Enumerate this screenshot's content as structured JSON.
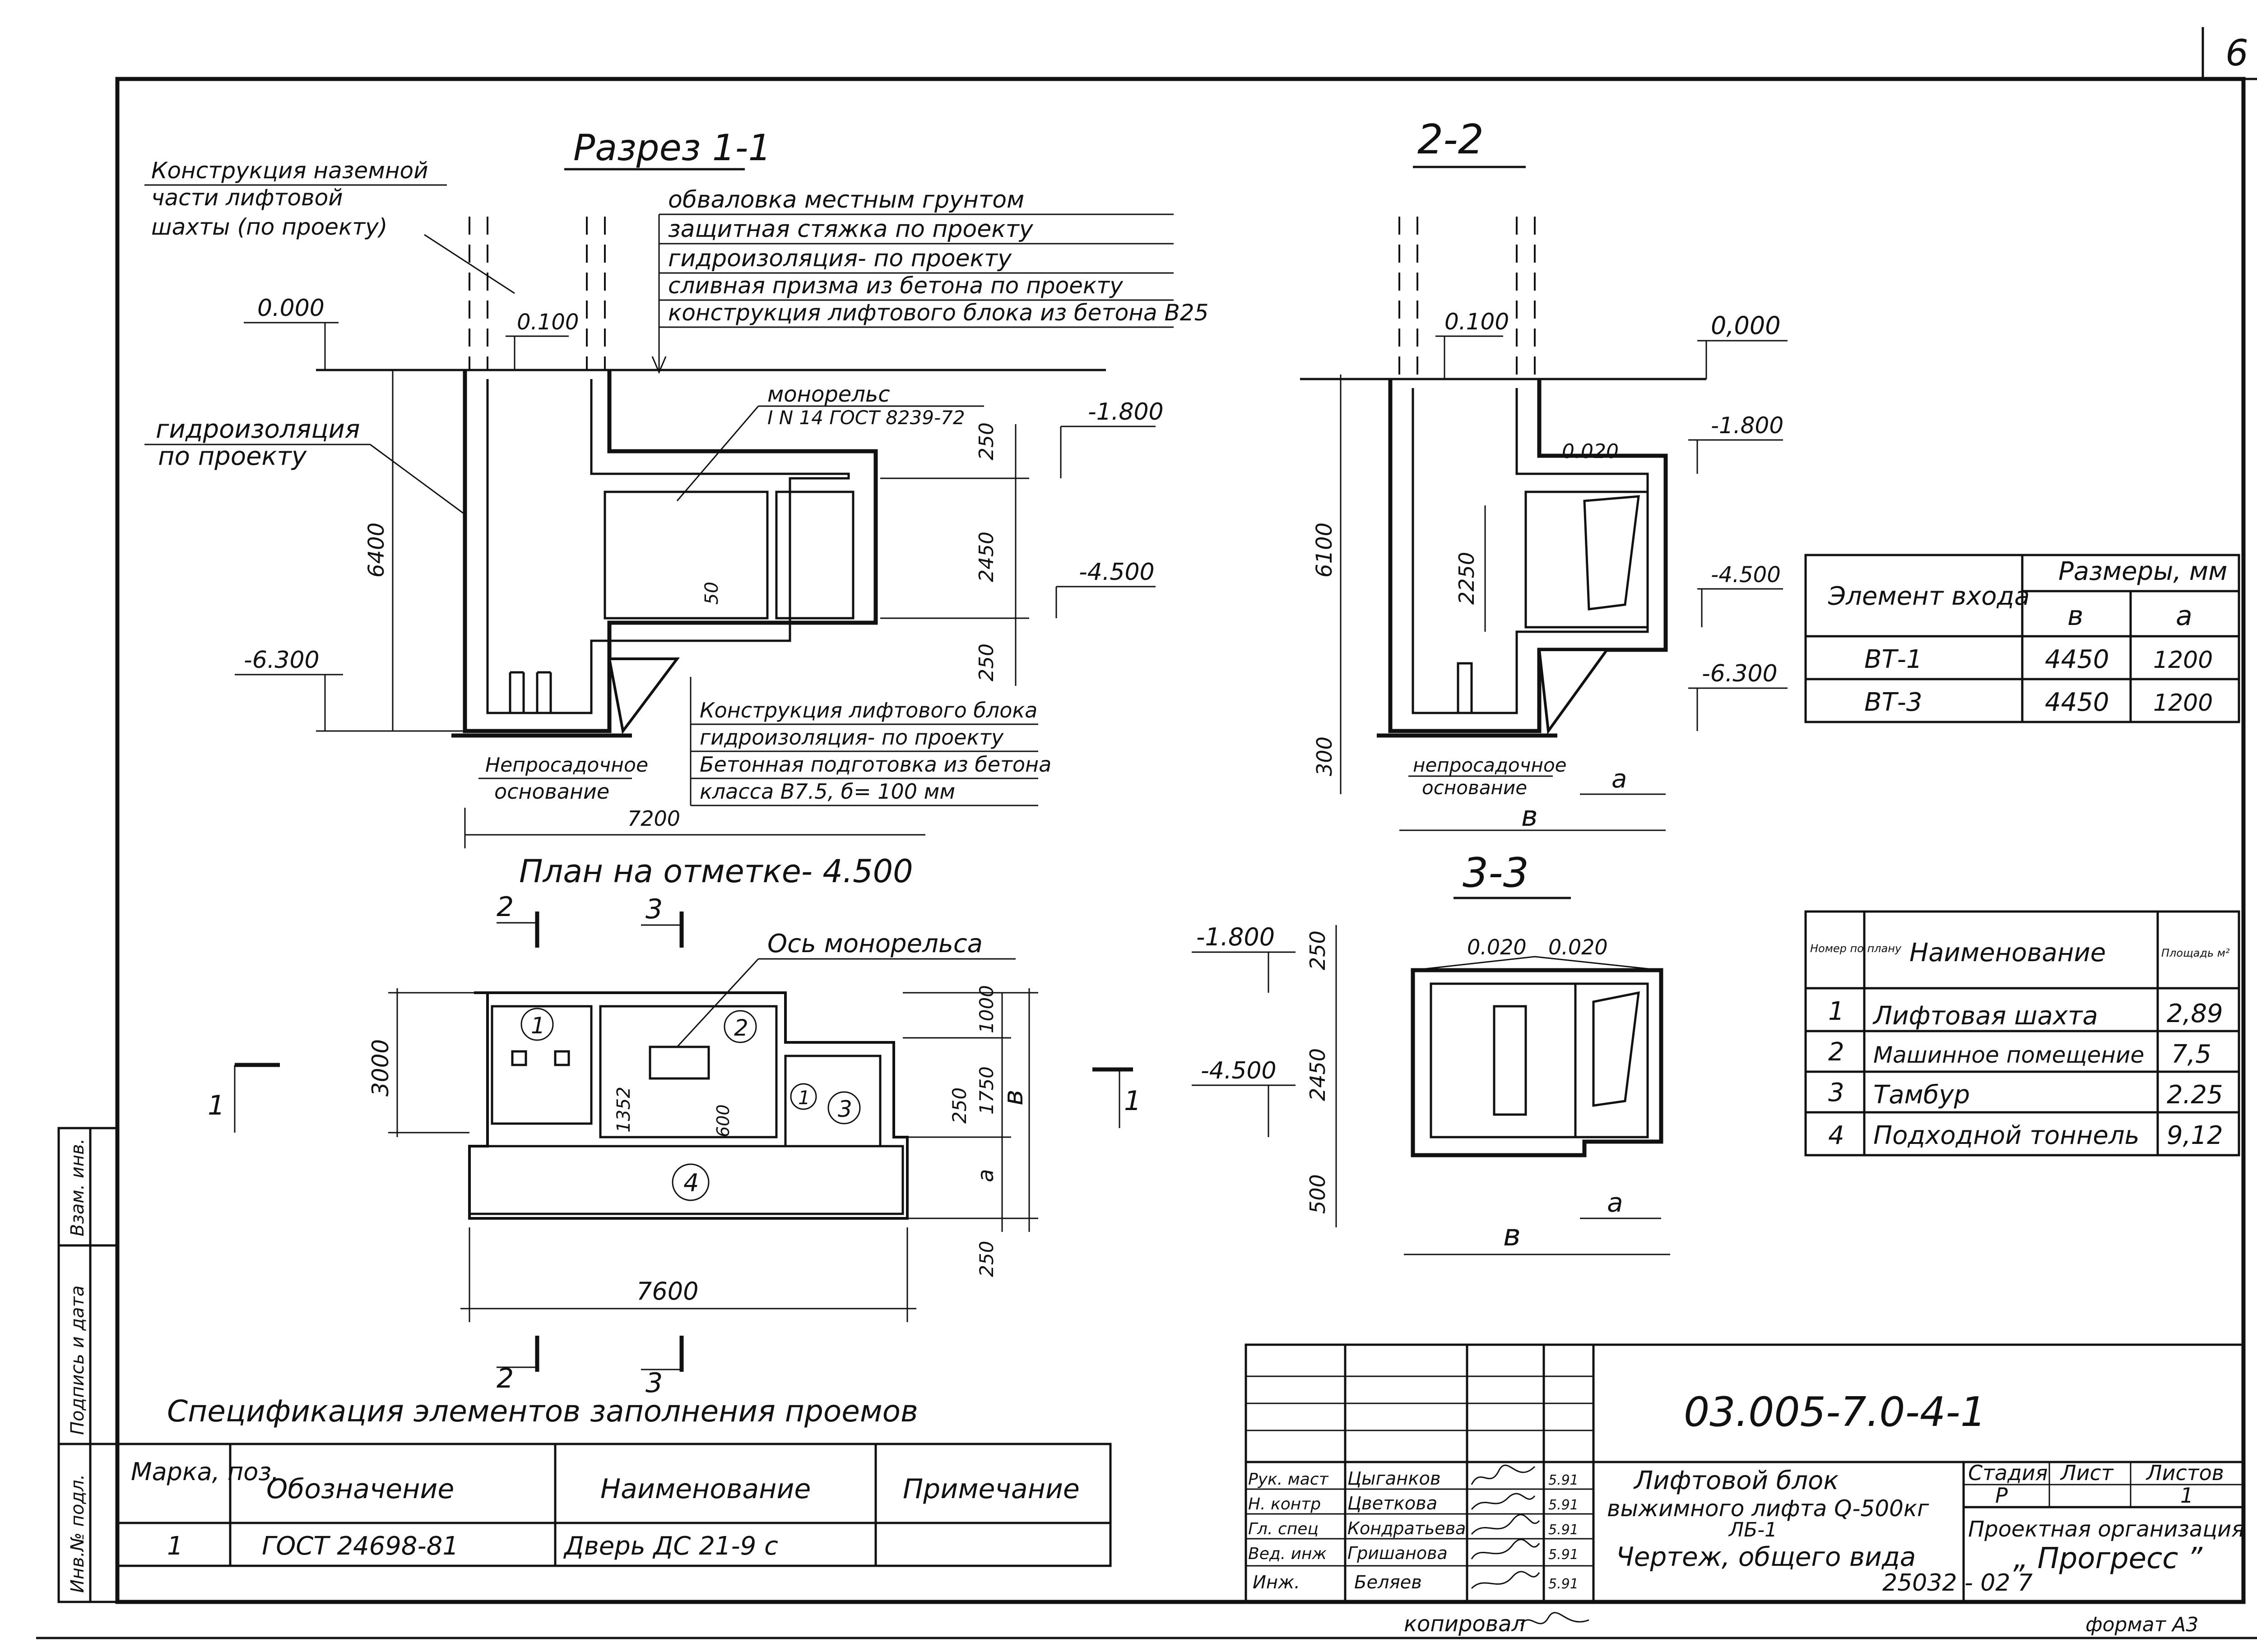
{
  "sheet_number": "6",
  "copied_by": "копировал",
  "format": "формат А3",
  "section_1_1": {
    "title": "Разрез 1-1",
    "callout_lines": [
      "Конструкция наземной",
      "части лифтовой",
      "шахты (по проекту)"
    ],
    "layers": [
      "обваловка местным грунтом",
      "защитная стяжка по проекту",
      "гидроизоляция- по проекту",
      "сливная призма из бетона по проекту",
      "конструкция лифтового блока из бетона В25"
    ],
    "hydro_label": [
      "гидроизоляция",
      "по проекту"
    ],
    "monorail": [
      "монорельс",
      "I N 14 ГОСТ 8239-72"
    ],
    "bottom_layers": [
      "Конструкция лифтового блока",
      "гидроизоляция- по проекту",
      "Бетонная подготовка из бетона",
      "класса В7.5, б= 100 мм"
    ],
    "base_label": [
      "Непросадочное",
      "основание"
    ],
    "levels": [
      "0.000",
      "0.100",
      "-1.800",
      "-4.500",
      "-6.300"
    ],
    "dims": [
      "6400",
      "250",
      "2450",
      "250",
      "50",
      "7200"
    ]
  },
  "section_2_2": {
    "title": "2-2",
    "levels": [
      "0.100",
      "0,000",
      "-1.800",
      "0.020",
      "-4.500",
      "-6.300"
    ],
    "dims": [
      "6100",
      "2250",
      "300"
    ],
    "base_label": [
      "непросадочное",
      "основание"
    ],
    "dim_letters": [
      "a",
      "в"
    ]
  },
  "section_3_3": {
    "title": "3-3",
    "levels": [
      "-1.800",
      "-4.500",
      "0.020",
      "0.020"
    ],
    "dims": [
      "250",
      "2450",
      "500"
    ],
    "dim_letters": [
      "a",
      "в"
    ]
  },
  "plan": {
    "title": "План на отметке- 4.500",
    "axis_label": "Ось монорельса",
    "cut_marks": [
      "2",
      "3",
      "1",
      "1",
      "2",
      "3"
    ],
    "room_markers": [
      "1",
      "2",
      "1",
      "3",
      "4"
    ],
    "dims": [
      "3000",
      "1000",
      "1750",
      "250",
      "a",
      "250",
      "1352",
      "600",
      "в",
      "7600"
    ]
  },
  "entry_table": {
    "headers": [
      "Элемент входа",
      "Размеры, мм",
      "в",
      "а"
    ],
    "rows": [
      [
        "ВТ-1",
        "4450",
        "1200"
      ],
      [
        "ВТ-3",
        "4450",
        "1200"
      ]
    ]
  },
  "rooms_table": {
    "headers": [
      "Номер по плану",
      "Наименование",
      "Площадь м²"
    ],
    "rows": [
      [
        "1",
        "Лифтовая шахта",
        "2,89"
      ],
      [
        "2",
        "Машинное помещение",
        "7,5"
      ],
      [
        "3",
        "Тамбур",
        "2.25"
      ],
      [
        "4",
        "Подходной тоннель",
        "9,12"
      ]
    ]
  },
  "spec": {
    "title": "Спецификация элементов заполнения проемов",
    "headers": [
      "Марка, поз.",
      "Обозначение",
      "Наименование",
      "Примечание"
    ],
    "rows": [
      [
        "1",
        "ГОСТ 24698-81",
        "Дверь ДС 21-9 с",
        ""
      ]
    ]
  },
  "side_stamp": [
    "Инв.№ подл.",
    "Подпись и дата",
    "Взам. инв."
  ],
  "title_block": {
    "code": "03.005-7.0-4-1",
    "roles": [
      "Рук. маст",
      "Н. контр",
      "Гл. спец",
      "Вед. инж",
      "Инж."
    ],
    "names": [
      "Цыганков",
      "Цветкова",
      "Кондратьева",
      "Гришанова",
      "Беляев"
    ],
    "dates": [
      "5.91",
      "5.91",
      "5.91",
      "5.91",
      "5.91"
    ],
    "description": [
      "Лифтовой блок",
      "выжимного лифта Q-500кг",
      "ЛБ-1",
      "Чертеж, общего вида"
    ],
    "stage_headers": [
      "Стадия",
      "Лист",
      "Листов"
    ],
    "stage_values": [
      "Р",
      "",
      "1"
    ],
    "org": [
      "Проектная организация",
      "„ Прогресс ”"
    ],
    "stamp_number": "25032 - 02  7"
  }
}
